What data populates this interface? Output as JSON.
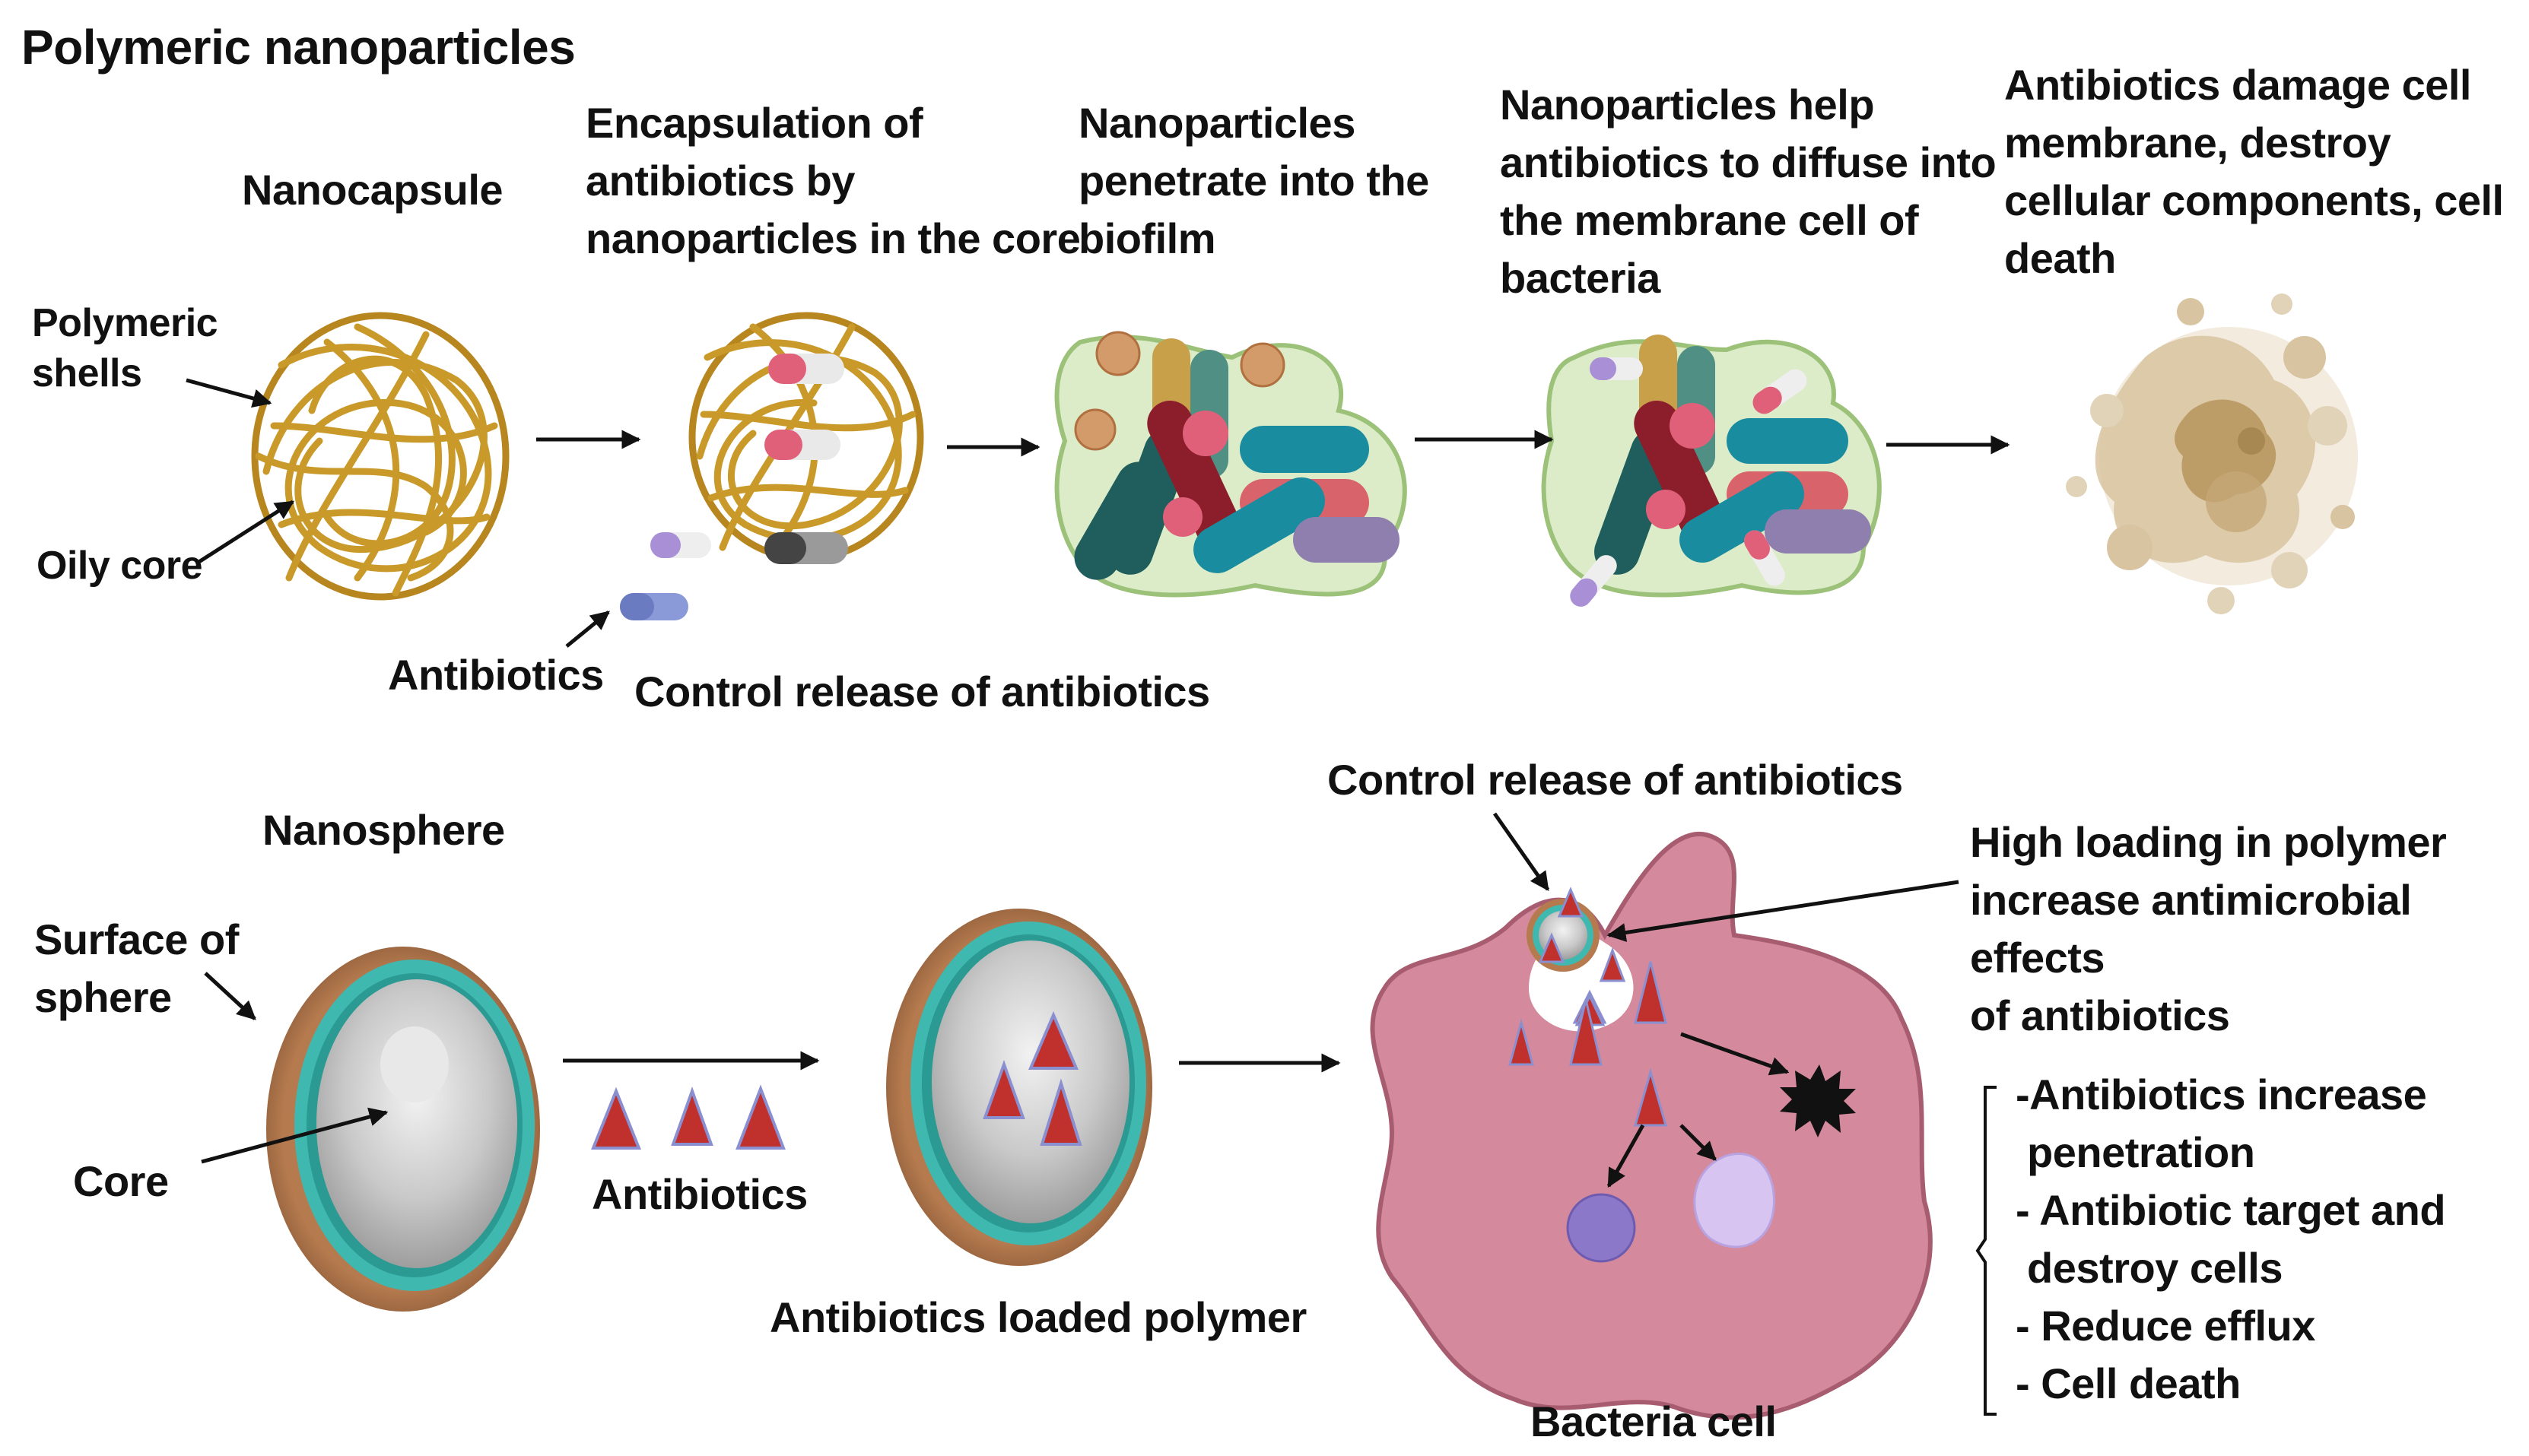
{
  "title": "Polymeric nanoparticles",
  "top": {
    "nanocapsule": "Nanocapsule",
    "polymeric_shells": "Polymeric\nshells",
    "oily_core": "Oily core",
    "antibiotics": "Antibiotics",
    "control_release": "Control release of antibiotics",
    "step1": "Encapsulation of\nantibiotics by\nnanoparticles in the core",
    "step2": "Nanoparticles\npenetrate into the\nbiofilm",
    "step3": "Nanoparticles help\nantibiotics to diffuse into\nthe membrane cell of\nbacteria",
    "step4": "Antibiotics damage cell\nmembrane, destroy\ncellular components, cell\ndeath"
  },
  "bottom": {
    "nanosphere": "Nanosphere",
    "surface_of_sphere": "Surface of\nsphere",
    "core": "Core",
    "antibiotics": "Antibiotics",
    "loaded_polymer": "Antibiotics loaded polymer",
    "control_release": "Control release of antibiotics",
    "high_loading": "High loading in polymer\nincrease antimicrobial effects\nof antibiotics",
    "bacteria_cell": "Bacteria cell",
    "effects": [
      "-Antibiotics increase",
      " penetration",
      "- Antibiotic target and",
      " destroy cells",
      "- Reduce efflux",
      "- Cell death"
    ]
  },
  "colors": {
    "polymer_gold": "#c99a2a",
    "teal_shell": "#3fb8b0",
    "core_grey": "#bdbdbd",
    "antibiotic_red": "#c0302d",
    "bacteria_pink": "#d48a9c",
    "biofilm_green": "#dcebc8"
  }
}
